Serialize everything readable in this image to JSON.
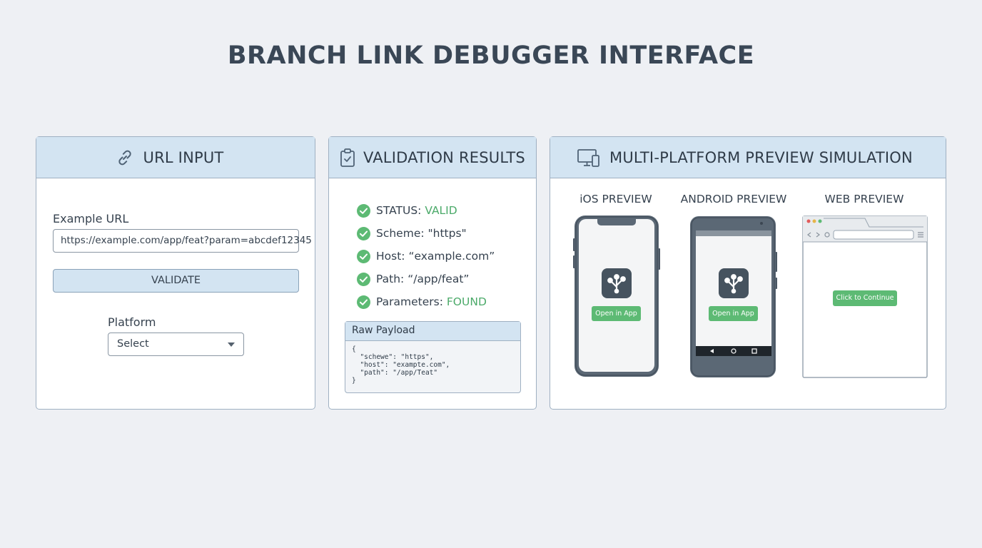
{
  "page_title": "BRANCH LINK DEBUGGER INTERFACE",
  "url_input": {
    "header": "URL INPUT",
    "header_icon": "link-icon",
    "url_label": "Example URL",
    "url_value": "https://example.com/app/feat?param=abcdef12345",
    "validate_label": "VALIDATE",
    "platform_label": "Platform",
    "platform_value": "Select"
  },
  "validation": {
    "header": "VALIDATION RESULTS",
    "header_icon": "clipboard-check-icon",
    "status_key": "STATUS: ",
    "status_value": "VALID",
    "scheme": "Scheme: \"https\"",
    "host": "Host: “example.com”",
    "path": "Path: “/app/feat”",
    "params_key": "Parameters: ",
    "params_value": "FOUND",
    "payload_title": "Raw Payload",
    "payload_code": "{\n  \"schewe\": \"https\",\n  \"host\": \"exampte.com\",\n  \"path\": \"/app/Teat\"\n}",
    "accent_color": "#4caa6a"
  },
  "preview": {
    "header": "MULTI-PLATFORM PREVIEW SIMULATION",
    "header_icon": "devices-icon",
    "ios_label": "iOS PREVIEW",
    "android_label": "ANDROID PREVIEW",
    "web_label": "WEB PREVIEW",
    "open_in_app": "Open in App",
    "click_to_continue": "Click to Continue",
    "button_color": "#5dba74"
  }
}
